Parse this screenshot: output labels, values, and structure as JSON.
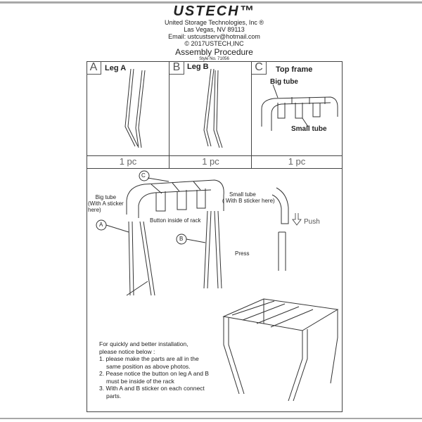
{
  "header": {
    "brand": "USTECH™",
    "company": "United Storage Technologies, Inc ®",
    "city": "Las Vegas, NV 89113",
    "email": "Email: ustcustserv@hotmail.com",
    "copyright": "© 2017USTECH,INC",
    "title": "Assembly Procedure",
    "style_no": "Style No. 71056"
  },
  "parts": [
    {
      "letter": "A",
      "name": "Leg A",
      "qty": "1 pc"
    },
    {
      "letter": "B",
      "name": "Leg B",
      "qty": "1 pc"
    },
    {
      "letter": "C",
      "name": "Top frame",
      "qty": "1 pc",
      "big_tube": "Big tube",
      "small_tube": "Small tube"
    }
  ],
  "assembly": {
    "callout_c": "C",
    "callout_a": "A",
    "callout_b": "B",
    "big_tube": [
      "Big tube",
      "(With A sticker",
      "here)"
    ],
    "small_tube": [
      "Small tube",
      "( With B sticker here)"
    ],
    "button": "Button inside of rack",
    "push": "Push",
    "press": "Press"
  },
  "notes": {
    "intro": [
      "For quickly and better installation,",
      "please notice below :"
    ],
    "items": [
      [
        "1. please make the parts are all in the",
        "same position as above photos."
      ],
      [
        "2. Pease notice the button on leg A and B",
        "must be inside of the rack"
      ],
      [
        "3. With A and B sticker on each connect",
        "parts."
      ]
    ]
  }
}
